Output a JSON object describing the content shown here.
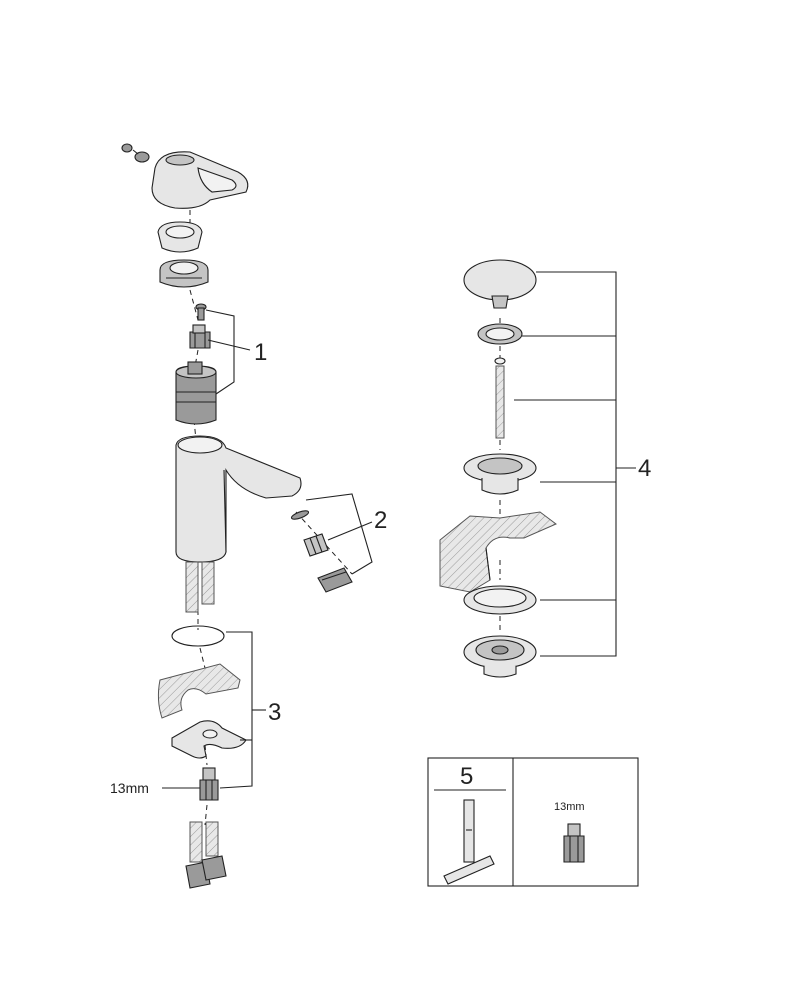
{
  "callouts": {
    "c1": "1",
    "c2": "2",
    "c3": "3",
    "c4": "4",
    "c5": "5"
  },
  "labels": {
    "wrench_size_left": "13mm",
    "wrench_size_box": "13mm"
  },
  "colors": {
    "stroke": "#222222",
    "fill_light": "#e6e6e6",
    "fill_dark": "#9a9a9a"
  }
}
